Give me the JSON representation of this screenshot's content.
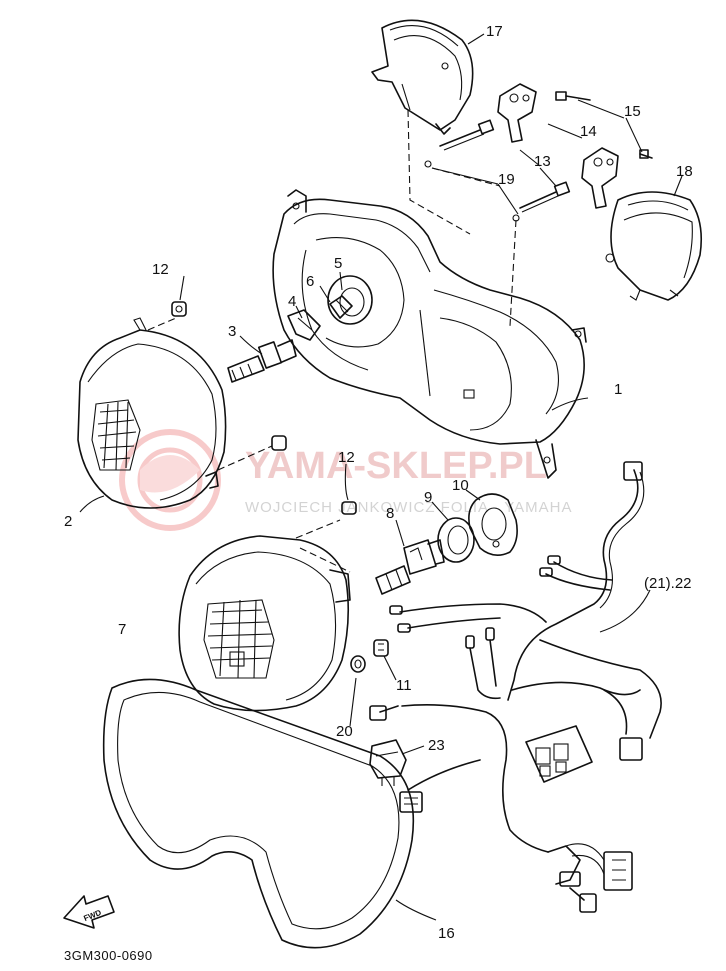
{
  "diagram": {
    "code": "3GM300-0690",
    "fwd_label": "FWD",
    "watermark": {
      "title": "YAMA-SKLEP.PL",
      "subtitle": "WOJCIECH JANKOWICZ FOLIA · YAMAHA"
    },
    "callouts": [
      {
        "id": "c1",
        "text": "1"
      },
      {
        "id": "c2",
        "text": "2"
      },
      {
        "id": "c3",
        "text": "3"
      },
      {
        "id": "c4",
        "text": "4"
      },
      {
        "id": "c5",
        "text": "5"
      },
      {
        "id": "c6",
        "text": "6"
      },
      {
        "id": "c7",
        "text": "7"
      },
      {
        "id": "c8",
        "text": "8"
      },
      {
        "id": "c9",
        "text": "9"
      },
      {
        "id": "c10",
        "text": "10"
      },
      {
        "id": "c11",
        "text": "11"
      },
      {
        "id": "c12a",
        "text": "12"
      },
      {
        "id": "c12b",
        "text": "12"
      },
      {
        "id": "c13",
        "text": "13"
      },
      {
        "id": "c14",
        "text": "14"
      },
      {
        "id": "c15",
        "text": "15"
      },
      {
        "id": "c16",
        "text": "16"
      },
      {
        "id": "c17",
        "text": "17"
      },
      {
        "id": "c18",
        "text": "18"
      },
      {
        "id": "c19",
        "text": "19"
      },
      {
        "id": "c20",
        "text": "20"
      },
      {
        "id": "c21",
        "text": "(21).22"
      },
      {
        "id": "c23",
        "text": "23"
      }
    ]
  }
}
